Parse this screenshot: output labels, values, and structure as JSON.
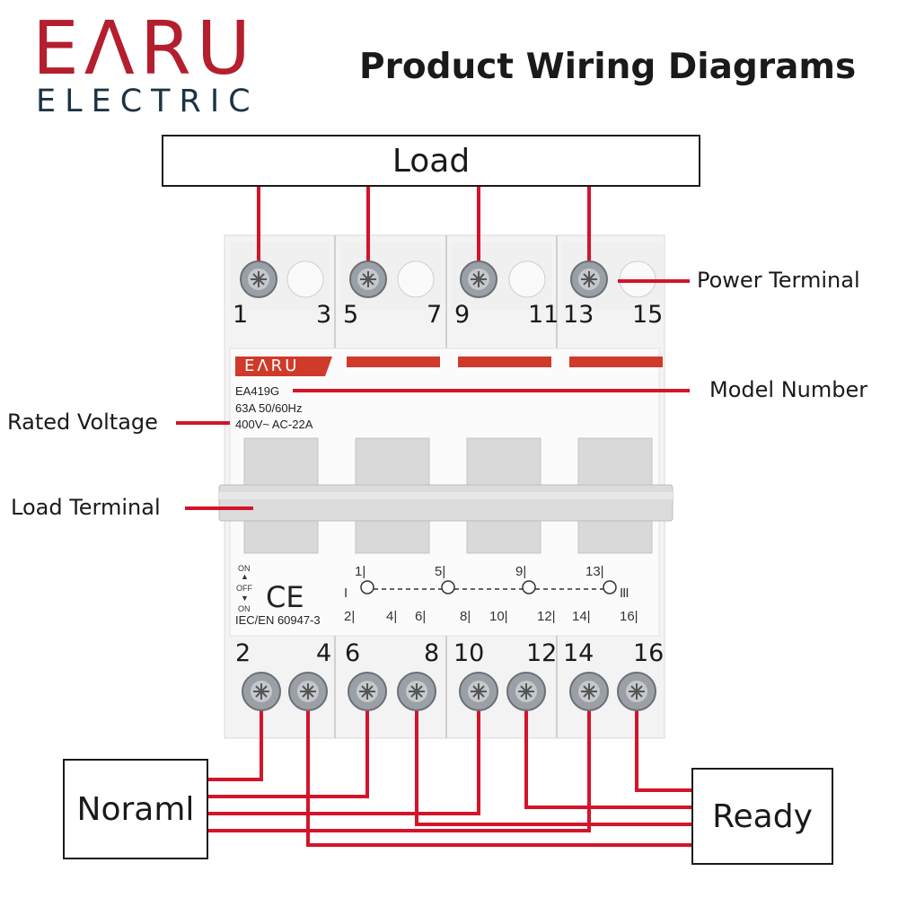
{
  "brand": {
    "name": "EΛRU",
    "subtitle": "ELECTRIC",
    "color": "#b41e2e",
    "subtitle_color": "#1b3344"
  },
  "title": "Product Wiring Diagrams",
  "boxes": {
    "load": "Load",
    "normal": "Noraml",
    "ready": "Ready"
  },
  "callouts": {
    "power_terminal": "Power Terminal",
    "model_number": "Model Number",
    "rated_voltage": "Rated Voltage",
    "load_terminal": "Load Terminal"
  },
  "terminals_top": [
    "1",
    "3",
    "5",
    "7",
    "9",
    "11",
    "13",
    "15"
  ],
  "terminals_bottom": [
    "2",
    "4",
    "6",
    "8",
    "10",
    "12",
    "14",
    "16"
  ],
  "device": {
    "logo": "EΛRU",
    "model": "EA419G",
    "rating": "63A 50/60Hz",
    "voltage": "400V~  AC-22A",
    "standard": "IEC/EN 60947-3",
    "ce": "CE",
    "positions": [
      "ON",
      "OFF",
      "ON"
    ],
    "schematic_top": [
      "1|",
      "5|",
      "9|",
      "13|"
    ],
    "schematic_bottom": [
      "2|",
      "4|",
      "6|",
      "8|",
      "10|",
      "12|",
      "14|",
      "16|"
    ],
    "symbol_i": "I",
    "symbol_iii": "III"
  },
  "colors": {
    "wire": "#d4142a",
    "body": "#f4f4f4",
    "accent_bar": "#d03a2a"
  }
}
